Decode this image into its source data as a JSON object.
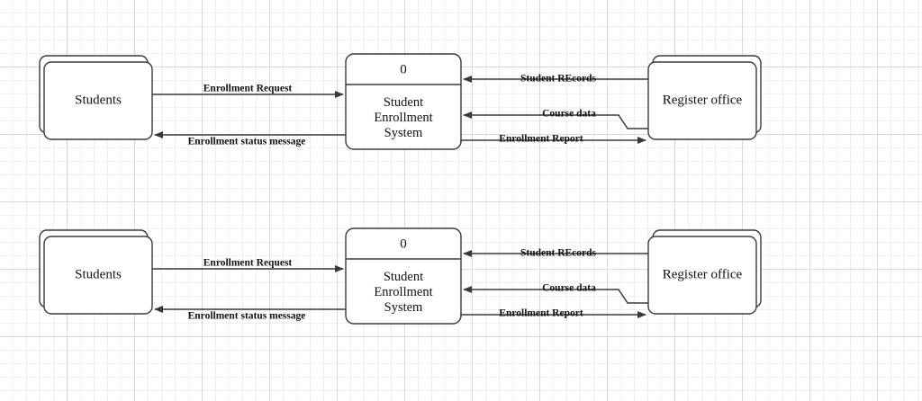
{
  "diagram": {
    "type": "context-level-data-flow-diagram",
    "copies": 2,
    "entities": {
      "students": {
        "label": "Students",
        "shape": "stacked-rounded-rect"
      },
      "register_office": {
        "label": "Register office",
        "shape": "stacked-rounded-rect"
      }
    },
    "process": {
      "number": "0",
      "name_line1": "Student",
      "name_line2": "Enrollment",
      "name_line3": "System"
    },
    "flows": [
      {
        "id": "enrollment-request",
        "label": "Enrollment Request",
        "from": "Students",
        "to": "Student Enrollment System",
        "direction": "right"
      },
      {
        "id": "enrollment-status-message",
        "label": "Enrollment status message",
        "from": "Student Enrollment System",
        "to": "Students",
        "direction": "left"
      },
      {
        "id": "student-records",
        "label": "Student REcords",
        "from": "Register office",
        "to": "Student Enrollment System",
        "direction": "left"
      },
      {
        "id": "course-data",
        "label": "Course data",
        "from": "Register office",
        "to": "Student Enrollment System",
        "direction": "left"
      },
      {
        "id": "enrollment-report",
        "label": "Enrollment Report",
        "from": "Student Enrollment System",
        "to": "Register office",
        "direction": "right"
      }
    ],
    "colors": {
      "stroke": "#3a3a3a",
      "fill": "#ffffff",
      "text": "#111111",
      "grid_minor": "#efefef",
      "grid_major": "#d9d9d9",
      "background": "#ffffff"
    }
  }
}
